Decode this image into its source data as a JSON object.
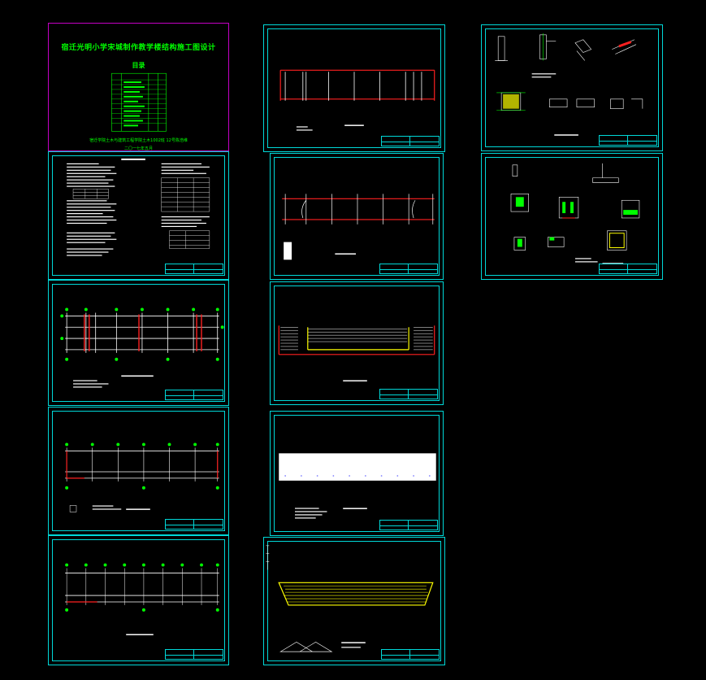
{
  "cover": {
    "title": "宿迁光明小学宋城制作教学楼结构施工图设计",
    "subtitle": "目录",
    "unit": "宿迁学院土木与建筑工程学院土木1002班 12号陈浩维",
    "date": "二〇一七年五月"
  },
  "colors": {
    "background": "#000000",
    "frame": "#00d8d8",
    "cover_frame": "#c400c4",
    "title_green": "#00ff00",
    "axis_red": "#ff2020",
    "hatch_yellow": "#ffff00"
  }
}
